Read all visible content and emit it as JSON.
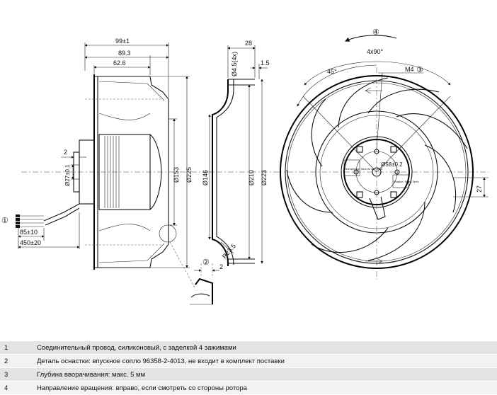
{
  "dimensions": {
    "overall_width": "99±1",
    "width_2": "89.3",
    "width_3": "62.6",
    "flange_offset": "2",
    "hub_diameter": "Ø27±0.1",
    "diameter_153": "Ø153",
    "diameter_225": "Ø225",
    "cable_length_1": "85±10",
    "cable_length_2": "450±20",
    "width_28": "28",
    "hole_diameter": "Ø4.5(4x)",
    "width_1_5": "1.5",
    "diameter_146": "Ø146",
    "diameter_210": "Ø210",
    "diameter_223": "Ø223",
    "radius": "R23.5",
    "detail_2": "2",
    "angle_45": "45°",
    "angle_4x90": "4x90°",
    "thread": "M4",
    "bolt_circle": "Ø58±0.2",
    "offset_27": "27"
  },
  "callouts": {
    "c1": "①",
    "c2": "②",
    "c3": "③",
    "c4": "④"
  },
  "label_plate": {
    "left": "Drehrichtung / Sens de rot. / Rotat.",
    "right": "Rotation / Sens / Drehr."
  },
  "legend": [
    {
      "num": "1",
      "text": "Соединительный провод, силиконовый, с заделкой 4 зажимами"
    },
    {
      "num": "2",
      "text": "Деталь оснастки: впускное сопло 96358-2-4013, не входит в комплект поставки"
    },
    {
      "num": "3",
      "text": "Глубина вворачивания: макс. 5 мм"
    },
    {
      "num": "4",
      "text": "Направление вращения: вправо, если смотреть со стороны ротора"
    }
  ]
}
